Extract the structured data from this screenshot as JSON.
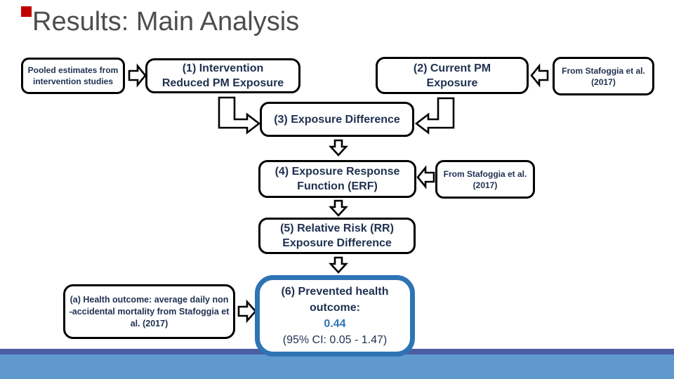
{
  "slide": {
    "title": "Results: Main Analysis"
  },
  "colors": {
    "title_text": "#4d4d4d",
    "accent_square": "#C00000",
    "box_border": "#000000",
    "box_text": "#1f3050",
    "highlight_border": "#2E74B5",
    "highlight_value": "#2E75B6",
    "footer_stripe": "#4C5DA4",
    "footer_band": "#6099CE"
  },
  "flowchart": {
    "pooled": {
      "lines": [
        "Pooled estimates from",
        "intervention studies"
      ]
    },
    "b1": {
      "lines": [
        "(1) Intervention",
        "Reduced PM Exposure"
      ]
    },
    "b2": {
      "lines": [
        "(2) Current PM",
        "Exposure"
      ]
    },
    "staf1": {
      "lines": [
        "From Stafoggia et al.",
        "(2017)"
      ]
    },
    "b3": {
      "lines": [
        "(3) Exposure Difference"
      ]
    },
    "b4": {
      "lines": [
        "(4) Exposure Response",
        "Function (ERF)"
      ]
    },
    "staf2": {
      "lines": [
        "From Stafoggia et al.",
        "(2017)"
      ]
    },
    "b5": {
      "lines": [
        "(5) Relative Risk (RR)",
        "Exposure Difference"
      ]
    },
    "a": {
      "lines": [
        "(a) Health outcome: average daily non",
        "-accidental mortality from Stafoggia et",
        "al. (2017)"
      ]
    },
    "b6": {
      "line1": "(6) Prevented health",
      "line2": "outcome:",
      "value": "0.44",
      "ci": "(95% CI: 0.05 - 1.47)"
    }
  }
}
